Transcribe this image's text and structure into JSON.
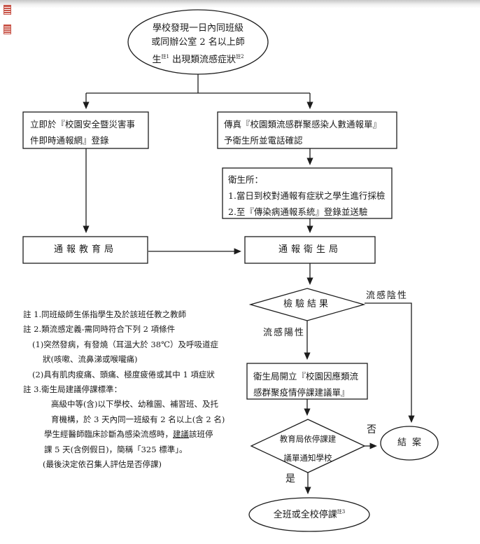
{
  "flow": {
    "start": {
      "line1": "學校發現一日內同班級",
      "line2": "或同辦公室 2 名以上師",
      "line3_pre": "生",
      "line3_sup1": "註1",
      "line3_mid": "出現類流感症狀",
      "line3_sup2": "註2"
    },
    "report_web": {
      "line1": "立即於『校園安全暨災害事",
      "line2": "件即時通報網』登錄"
    },
    "fax": {
      "line1": "傳真『校園類流感群聚感染人數通報單』",
      "line2": "予衛生所並電話確認"
    },
    "health_station": {
      "line1": "衛生所：",
      "line2": "1.當日到校對通報有症狀之學生進行採檢",
      "line3": "2.至『傳染病通報系統』登錄並送驗"
    },
    "notify_edu": "通報教育局",
    "notify_health": "通報衛生局",
    "test_result": "檢驗結果",
    "flu_negative": "流感陰性",
    "flu_positive": "流感陽性",
    "issue_notice": {
      "line1": "衛生局開立『校園因應類流",
      "line2": "感群聚疫情停課建議單』"
    },
    "edu_notify_school": {
      "line1": "教育局依停課建",
      "line2": "議單通知學校"
    },
    "no_label": "否",
    "yes_label": "是",
    "closed": "結案",
    "suspend_text": "全班或全校停課",
    "suspend_sup": "註3"
  },
  "notes": {
    "n1": "註 1.同班級師生係指學生及於該班任教之教師",
    "n2": "註 2.類流感定義-需同時符合下列 2 項條件",
    "n3": "(1)突然發病，有發燒（耳溫大於 38℃）及呼吸道症",
    "n4": "狀(咳嗽、流鼻涕或喉嚨痛)",
    "n5": "(2)具有肌肉痠痛、頭痛、極度疲倦或其中 1 項症狀",
    "n6": "註 3.衛生局建議停課標準：",
    "n7": "高級中等(含)以下學校、幼稚園、補習班、及托",
    "n8": "育機構，於 3 天內同一班級有 2 名以上(含 2 名)",
    "n9a": "學生經醫師臨床診斷為感染流感時，",
    "n9b": "建議",
    "n9c": "該班停",
    "n10": "課 5 天(含例假日)，簡稱「325 標準」。",
    "n11": "(最後決定依召集人評估是否停課)"
  },
  "colors": {
    "line": "#1c1c1c",
    "stamp": "#c0392b"
  }
}
